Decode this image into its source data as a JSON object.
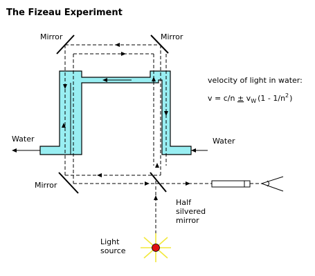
{
  "title": "The Fizeau Experiment",
  "labels": {
    "mirror_top_left": "Mirror",
    "mirror_top_right": "Mirror",
    "mirror_bottom_left": "Mirror",
    "water_left": "Water",
    "water_right": "Water",
    "half_silvered_line1": "Half",
    "half_silvered_line2": "silvered",
    "half_silvered_line3": "mirror",
    "light_source_line1": "Light",
    "light_source_line2": "source"
  },
  "formula": {
    "caption": "velocity of light in water:",
    "prefix": "v = c/n ",
    "pm": "±",
    "v": " v",
    "sub": "W",
    "mid": "(1 - 1/n",
    "sup": "2",
    "end": ")"
  },
  "colors": {
    "water": "#99eef2",
    "light_source": "#e01010",
    "light_rays": "#f2e83a"
  }
}
